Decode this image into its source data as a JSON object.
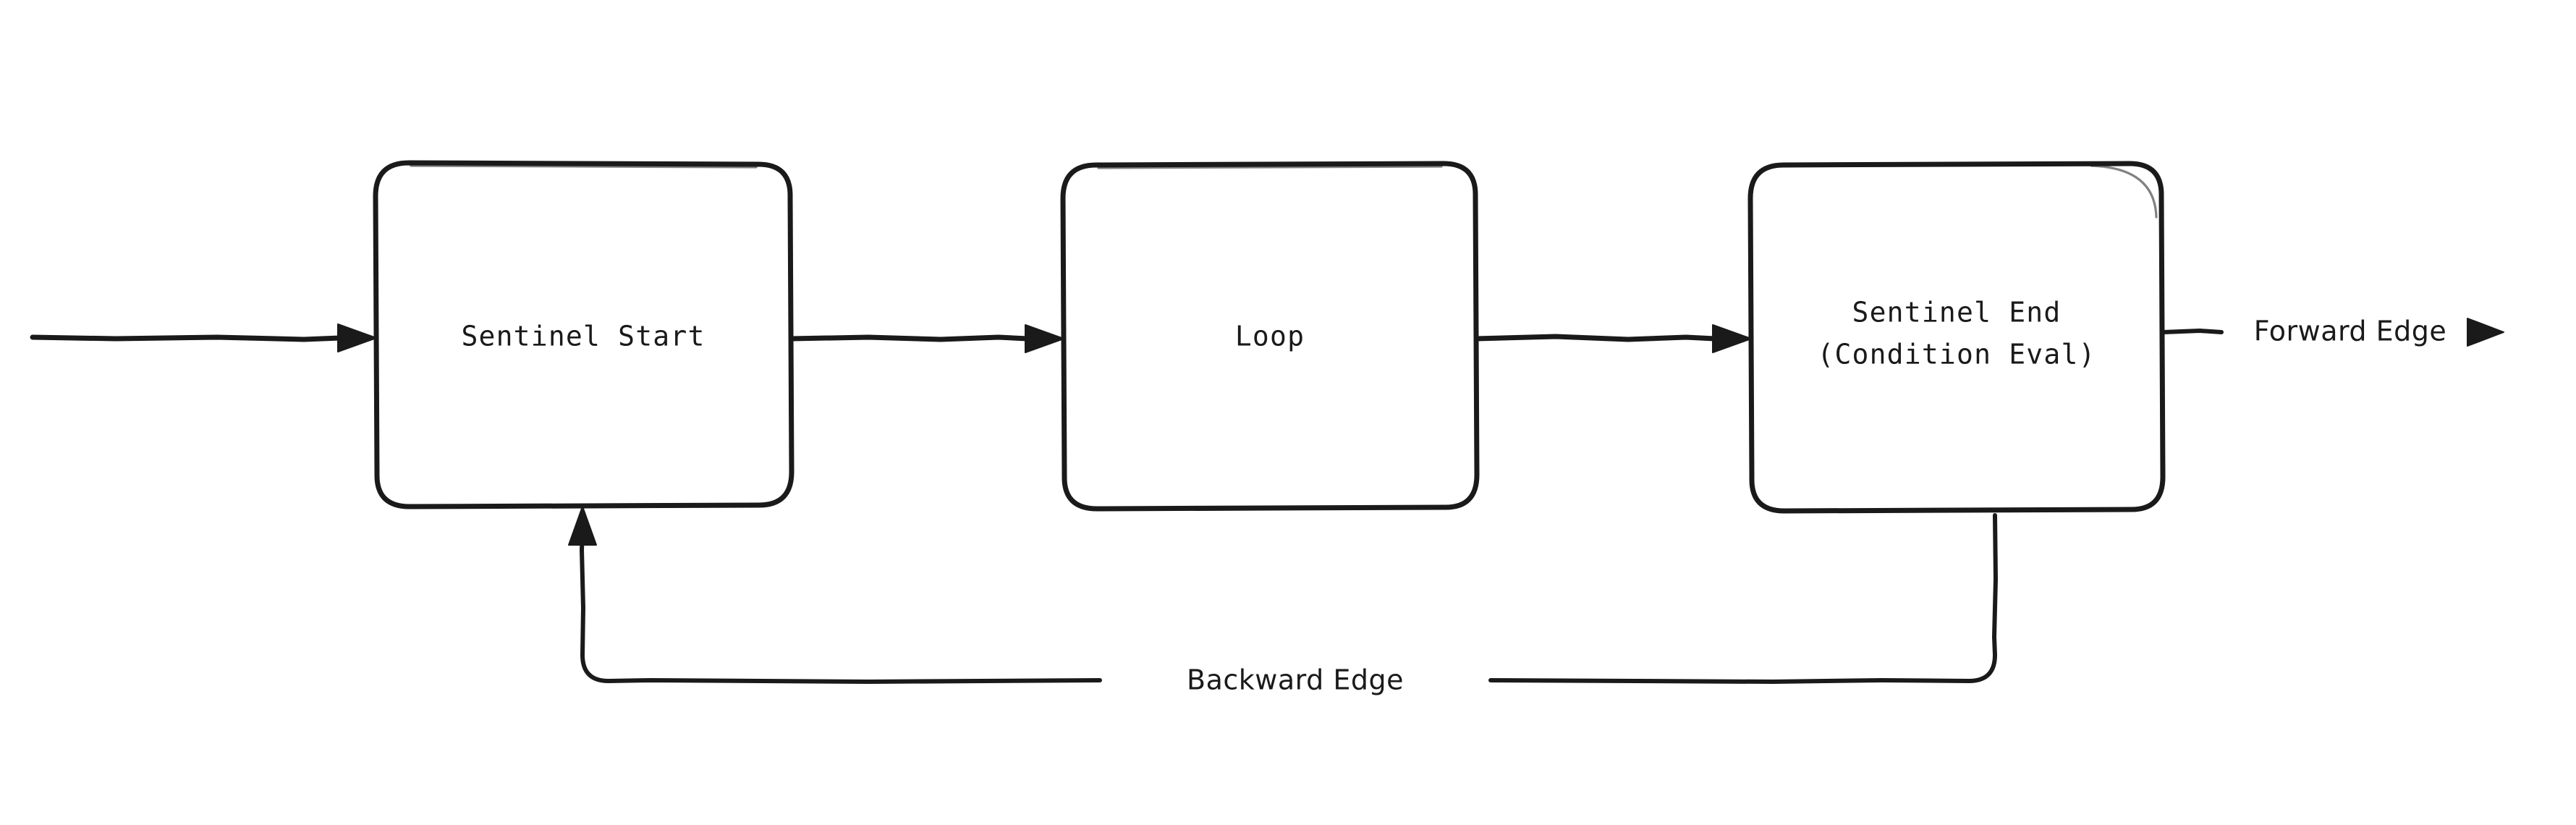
{
  "diagram": {
    "type": "flowchart",
    "orientation": "left-to-right",
    "style": "hand-drawn-sketch",
    "background_color": "#ffffff",
    "stroke_color": "#1a1a1a",
    "nodes": [
      {
        "id": "sentinel-start",
        "label": "Sentinel Start",
        "lines": [
          "Sentinel Start"
        ],
        "shape": "rounded-rectangle"
      },
      {
        "id": "loop",
        "label": "Loop",
        "lines": [
          "Loop"
        ],
        "shape": "rounded-rectangle"
      },
      {
        "id": "sentinel-end",
        "label": "Sentinel End (Condition Eval)",
        "lines": [
          "Sentinel End",
          "(Condition Eval)"
        ],
        "shape": "rounded-rectangle"
      }
    ],
    "edges": [
      {
        "id": "entry-edge",
        "from": "",
        "to": "sentinel-start",
        "label": "",
        "arrow": "end"
      },
      {
        "id": "start-to-loop",
        "from": "sentinel-start",
        "to": "loop",
        "label": "",
        "arrow": "end"
      },
      {
        "id": "loop-to-end",
        "from": "loop",
        "to": "sentinel-end",
        "label": "",
        "arrow": "end"
      },
      {
        "id": "forward-edge",
        "from": "sentinel-end",
        "to": "",
        "label": "Forward Edge",
        "arrow": "end"
      },
      {
        "id": "backward-edge",
        "from": "sentinel-end",
        "to": "sentinel-start",
        "label": "Backward Edge",
        "arrow": "end"
      }
    ]
  }
}
